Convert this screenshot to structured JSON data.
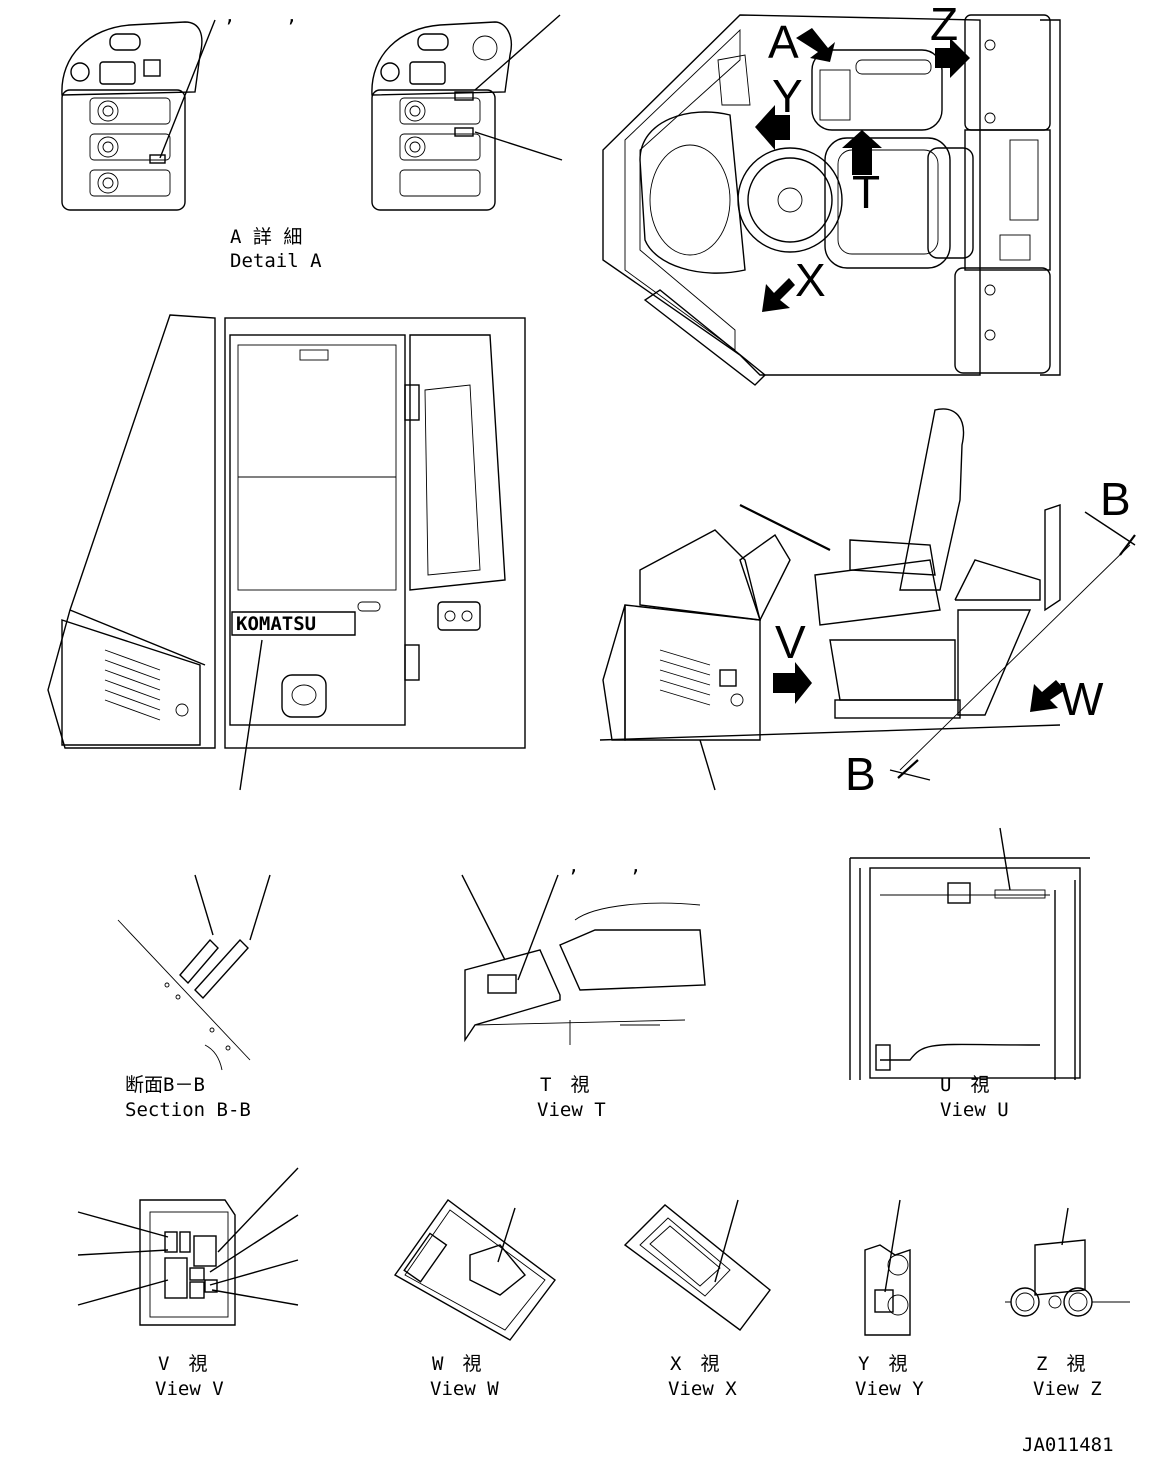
{
  "drawing_id": "JA011481",
  "views": {
    "detail_a": {
      "title_ja": "A 詳 細",
      "title_en": "Detail A"
    },
    "section_bb": {
      "title_ja": "断面B－B",
      "title_en": "Section B-B"
    },
    "view_t": {
      "title_ja": "T　視",
      "title_en": "View T"
    },
    "view_u": {
      "title_ja": "U　視",
      "title_en": "View U"
    },
    "view_v": {
      "title_ja": "V　視",
      "title_en": "View V"
    },
    "view_w": {
      "title_ja": "W　視",
      "title_en": "View W"
    },
    "view_x": {
      "title_ja": "X　視",
      "title_en": "View X"
    },
    "view_y": {
      "title_ja": "Y　視",
      "title_en": "View Y"
    },
    "view_z": {
      "title_ja": "Z　視",
      "title_en": "View Z"
    }
  },
  "view_markers": {
    "a": "A",
    "y": "Y",
    "z": "Z",
    "t": "T",
    "x": "X",
    "v": "V",
    "w": "W",
    "b": "B"
  },
  "brand_text": "KOMATSU"
}
